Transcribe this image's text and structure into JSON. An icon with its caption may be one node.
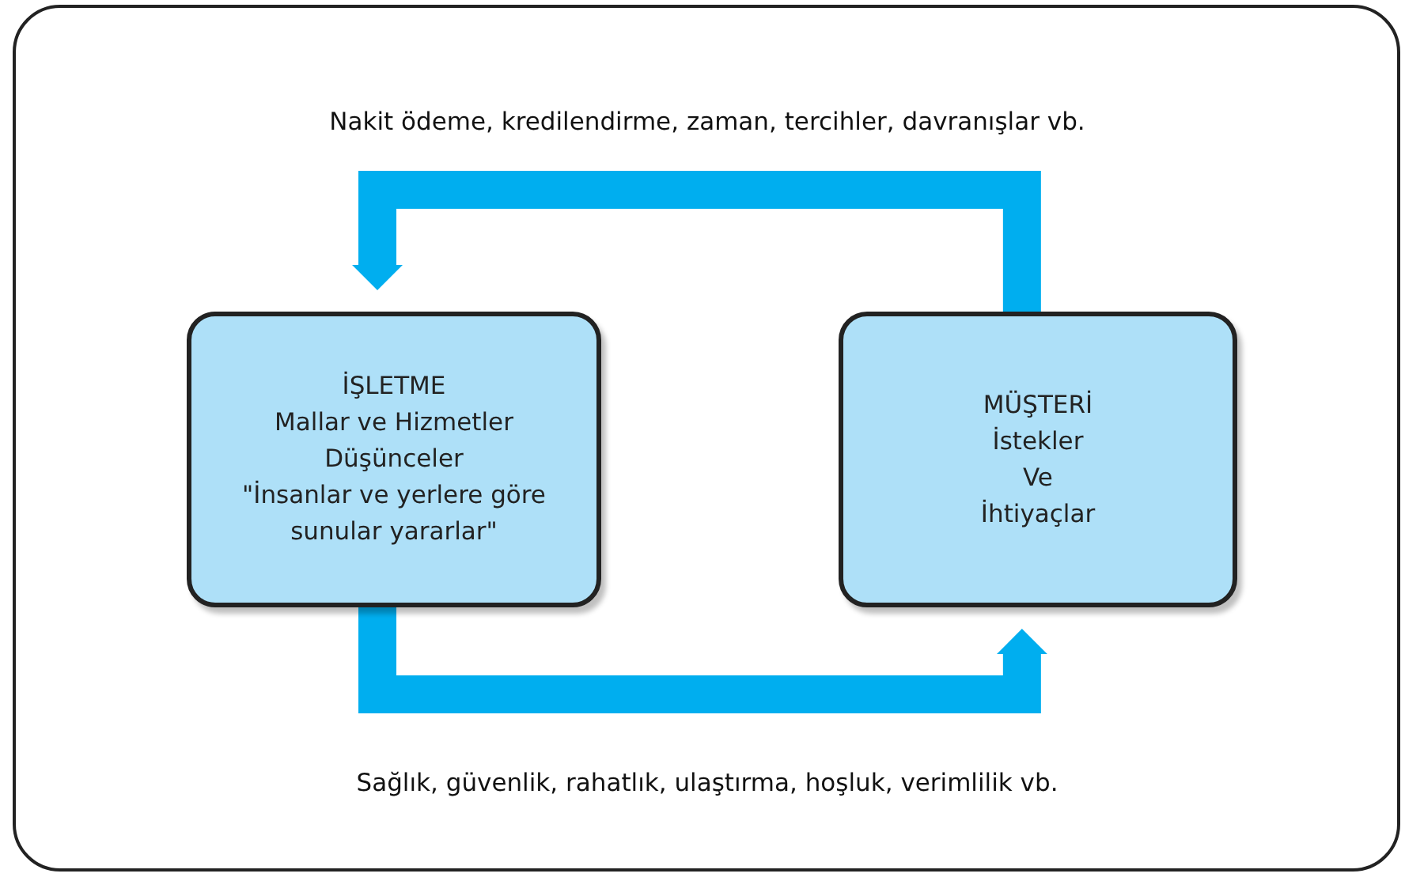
{
  "diagram": {
    "nodes": [
      {
        "text": [
          "İŞLETME",
          "Mallar ve Hizmetler",
          "Düşünceler",
          "\"İnsanlar ve yerlere göre sunular yararlar\""
        ]
      },
      {
        "text": [
          "MÜŞTERİ",
          "İstekler",
          "Ve",
          "İhtiyaçlar"
        ]
      }
    ],
    "edges": [
      {
        "from": 1,
        "to": 0,
        "arrow": "to",
        "label": "Nakit ödeme, kredilendirme, zaman, tercihler, davranışlar vb."
      },
      {
        "from": 0,
        "to": 1,
        "arrow": "to",
        "label": "Sağlık, güvenlik, rahatlık, ulaştırma, hoşluk, verimlilik vb."
      }
    ]
  }
}
